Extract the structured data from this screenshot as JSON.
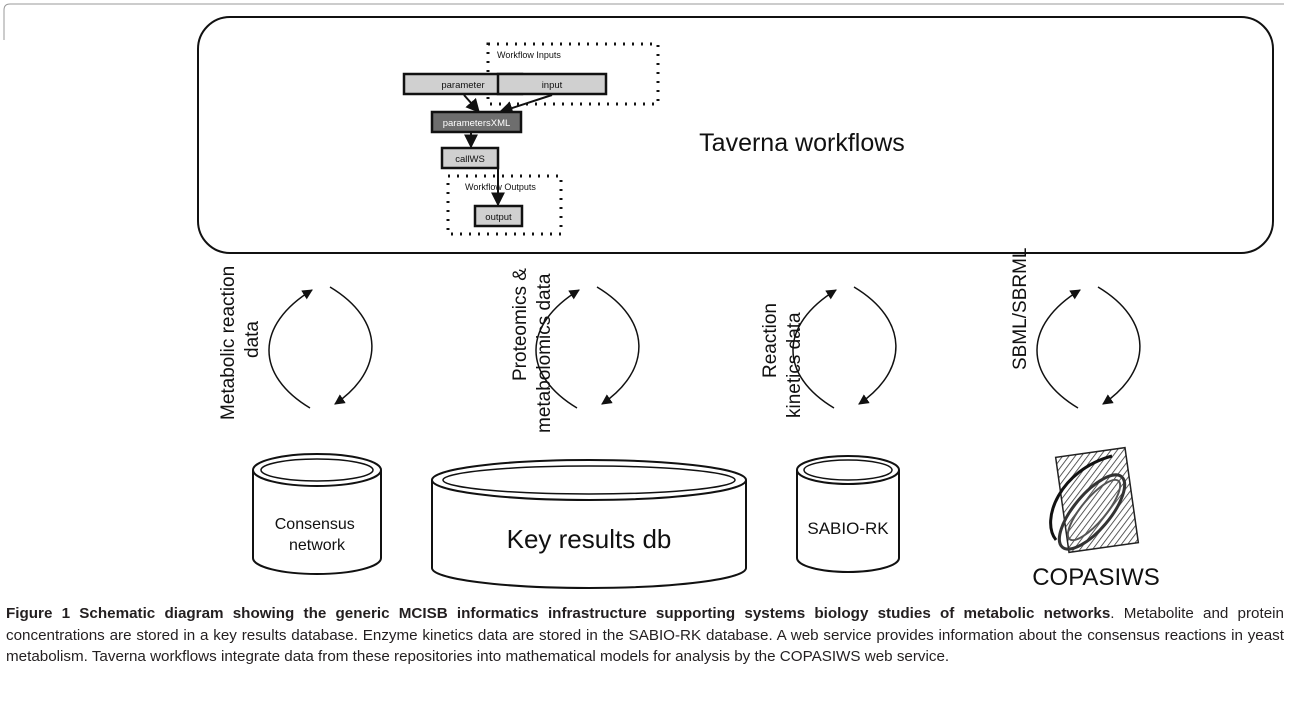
{
  "workflow_panel": {
    "title": "Taverna workflows",
    "inputs_group_label": "Workflow Inputs",
    "outputs_group_label": "Workflow Outputs",
    "nodes": {
      "parameter": "parameter",
      "input": "input",
      "parametersXML": "parametersXML",
      "callWS": "callWS",
      "output": "output"
    }
  },
  "exchanges": [
    {
      "label_lines": [
        "Metabolic reaction",
        "data"
      ]
    },
    {
      "label_lines": [
        "Proteomics &",
        "metabolomics data"
      ]
    },
    {
      "label_lines": [
        "Reaction",
        "kinetics data"
      ]
    },
    {
      "label_lines": [
        "SBML/SBRML"
      ]
    }
  ],
  "databases": {
    "consensus": [
      "Consensus",
      "network"
    ],
    "key_results": "Key results db",
    "sabio": "SABIO-RK",
    "copasiws": "COPASIWS"
  },
  "caption": {
    "title": "Figure 1 Schematic diagram showing the generic MCISB informatics infrastructure supporting systems biology studies of metabolic networks",
    "body": ". Metabolite and protein concentrations are stored in a key results database. Enzyme kinetics data are stored in the SABIO-RK database. A web service provides information about the consensus reactions in yeast metabolism. Taverna workflows integrate data from these repositories into mathematical models for analysis by the COPASIWS web service."
  },
  "colors": {
    "node_fill": "#d0d0d0",
    "node_dark_fill": "#6e6e6e",
    "stroke": "#111111"
  }
}
